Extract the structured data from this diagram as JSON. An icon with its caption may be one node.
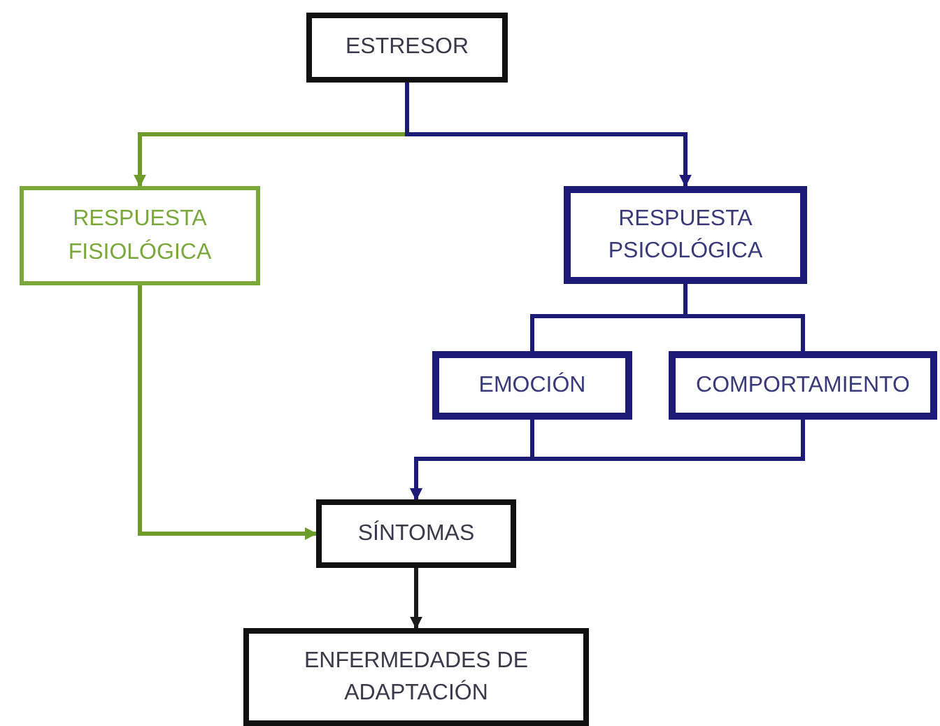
{
  "diagram": {
    "nodes": [
      {
        "text": [
          "ESTRESOR"
        ]
      },
      {
        "text": [
          "RESPUESTA FISIOLÓGICA"
        ]
      },
      {
        "text": [
          "RESPUESTA PSICOLÓGICA"
        ]
      },
      {
        "text": [
          "EMOCIÓN"
        ]
      },
      {
        "text": [
          "COMPORTAMIENTO"
        ]
      },
      {
        "text": [
          "SÍNTOMAS"
        ]
      },
      {
        "text": [
          "ENFERMEDADES DE ADAPTACIÓN"
        ]
      }
    ],
    "edges": [
      {
        "from": 0,
        "to": 1,
        "arrow": "to",
        "color": "#6e9b2a"
      },
      {
        "from": 0,
        "to": 2,
        "arrow": "to"
      },
      {
        "from": 2,
        "to": 3,
        "arrow": "none"
      },
      {
        "from": 2,
        "to": 4,
        "arrow": "none"
      },
      {
        "from": 1,
        "to": 5,
        "arrow": "to",
        "color": "#6e9b2a"
      },
      {
        "from": 3,
        "to": 5,
        "arrow": "to"
      },
      {
        "from": 4,
        "to": 5,
        "arrow": "to"
      },
      {
        "from": 5,
        "to": 6,
        "arrow": "to",
        "color": "#1a1a1a"
      }
    ]
  }
}
